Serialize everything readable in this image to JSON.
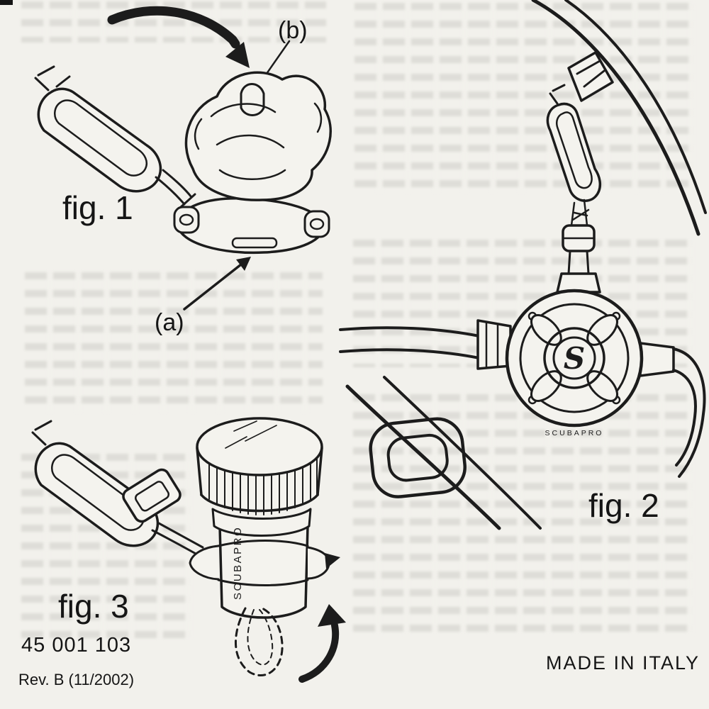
{
  "figures": {
    "fig1": {
      "label": "fig. 1",
      "callouts": {
        "a": "(a)",
        "b": "(b)"
      }
    },
    "fig2": {
      "label": "fig. 2",
      "brand": "SCUBAPRO",
      "logo_letter": "S"
    },
    "fig3": {
      "label": "fig. 3",
      "brand": "SCUBAPRO"
    }
  },
  "footer": {
    "part_number": "45 001 103",
    "revision": "Rev. B (11/2002)",
    "made_in": "MADE IN ITALY"
  }
}
